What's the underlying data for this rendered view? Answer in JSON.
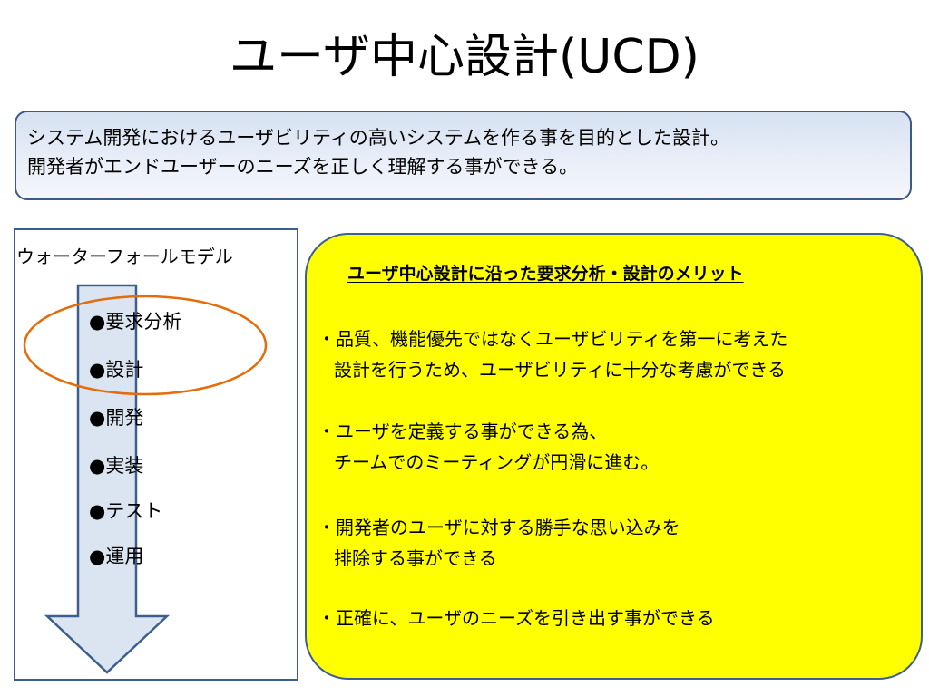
{
  "title": "ユーザ中心設計(UCD)",
  "intro": {
    "line1": "システム開発におけるユーザビリティの高いシステムを作る事を目的とした設計。",
    "line2": "開発者がエンドユーザーのニーズを正しく理解する事ができる。"
  },
  "waterfall": {
    "title": "ウォーターフォールモデル",
    "steps": [
      "●要求分析",
      "●設計",
      "●開発",
      "●実装",
      "●テスト",
      "●運用"
    ]
  },
  "merits": {
    "heading": "ユーザ中心設計に沿った要求分析・設計のメリット",
    "items": [
      {
        "line1": "・品質、機能優先ではなくユーザビリティを第一に考えた",
        "line2": "設計を行うため、ユーザビリティに十分な考慮ができる"
      },
      {
        "line1": "・ユーザを定義する事ができる為、",
        "line2": "チームでのミーティングが円滑に進む。"
      },
      {
        "line1": "・開発者のユーザに対する勝手な思い込みを",
        "line2": "排除する事ができる"
      },
      {
        "line1": "・正確に、ユーザのニーズを引き出す事ができる"
      }
    ]
  },
  "colors": {
    "intro_border": "#3c5a85",
    "arrow_fill": "#dbe5f1",
    "arrow_stroke": "#3c5f8e",
    "highlight_ellipse": "#e46c0a",
    "merit_background": "#ffff00"
  }
}
